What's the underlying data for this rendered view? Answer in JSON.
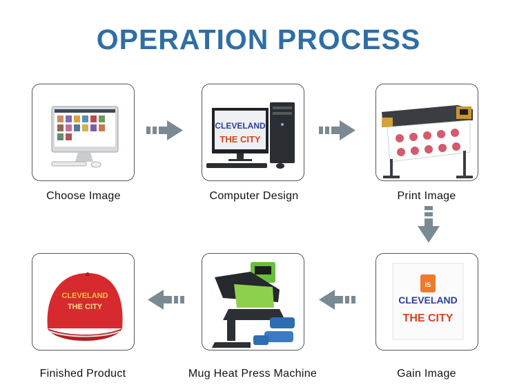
{
  "title": "OPERATION PROCESS",
  "steps": [
    {
      "label": "Choose Image",
      "icon": "computer-icon"
    },
    {
      "label": "Computer Design",
      "icon": "desktop-pc-icon"
    },
    {
      "label": "Print Image",
      "icon": "printer-icon"
    },
    {
      "label": "Gain Image",
      "icon": "printed-transfer-icon"
    },
    {
      "label": "Mug Heat Press Machine",
      "icon": "heat-press-icon"
    },
    {
      "label": "Finished Product",
      "icon": "cap-icon"
    }
  ],
  "artwork": {
    "line1": "CLEVELAND",
    "line2": "THE CITY",
    "badge": "IS"
  },
  "colors": {
    "title": "#2f6ea5",
    "arrow": "#7a8a93",
    "card_border": "#555555"
  }
}
